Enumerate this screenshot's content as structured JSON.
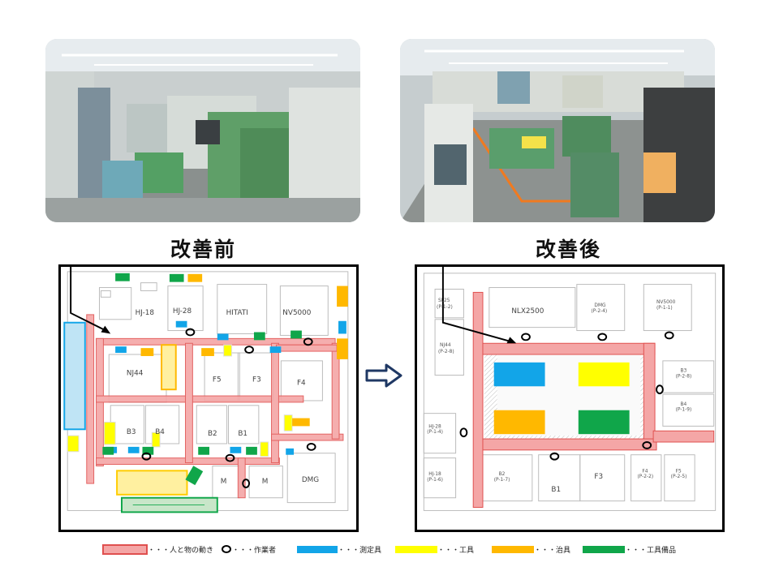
{
  "titles": {
    "before": "改善前",
    "after": "改善後"
  },
  "before_plan": {
    "machines": [
      "HJ-18",
      "HJ-28",
      "HITATI",
      "NV5000",
      "NJ44",
      "F5",
      "F3",
      "F4",
      "B3",
      "B4",
      "B2",
      "B1",
      "M",
      "M",
      "DMG"
    ]
  },
  "after_plan": {
    "machines": [
      {
        "name": "NLX2500"
      },
      {
        "name": "DMG",
        "code": "(P-2-4)"
      },
      {
        "name": "NV5000",
        "code": "(P-1-1)"
      },
      {
        "name": "NJ44",
        "code": "(P-2-8)"
      },
      {
        "name": "B3",
        "code": "(P-2-8)"
      },
      {
        "name": "B4",
        "code": "(P-1-9)"
      },
      {
        "name": "HJ-28",
        "code": "(P-1-4)"
      },
      {
        "name": "HJ-18",
        "code": "(P-1-6)"
      },
      {
        "name": "B2",
        "code": "(P-1-7)"
      },
      {
        "name": "B1"
      },
      {
        "name": "F3"
      },
      {
        "name": "F4",
        "code": "(P-2-2)"
      },
      {
        "name": "F5",
        "code": "(P-2-5)"
      },
      {
        "name": "SL25",
        "code": "(P-1-2)"
      }
    ]
  },
  "legend": [
    {
      "label": "・・・人と物の動き",
      "color": "#f4a6a6",
      "border": "#e0504f"
    },
    {
      "label": "・・・作業者",
      "color": "none",
      "border": "#000000"
    },
    {
      "label": "・・・測定具",
      "color": "#12a5e8",
      "border": "#12a5e8"
    },
    {
      "label": "・・・工具",
      "color": "#ffff00",
      "border": "#ffff00"
    },
    {
      "label": "・・・治具",
      "color": "#ffb800",
      "border": "#ffb800"
    },
    {
      "label": "・・・工具備品",
      "color": "#10a64a",
      "border": "#10a64a"
    }
  ],
  "colors": {
    "flow": "#f4a6a6",
    "flow_border": "#e0504f",
    "measure": "#12a5e8",
    "tool": "#ffff00",
    "jig": "#ffb800",
    "equip": "#10a64a"
  }
}
